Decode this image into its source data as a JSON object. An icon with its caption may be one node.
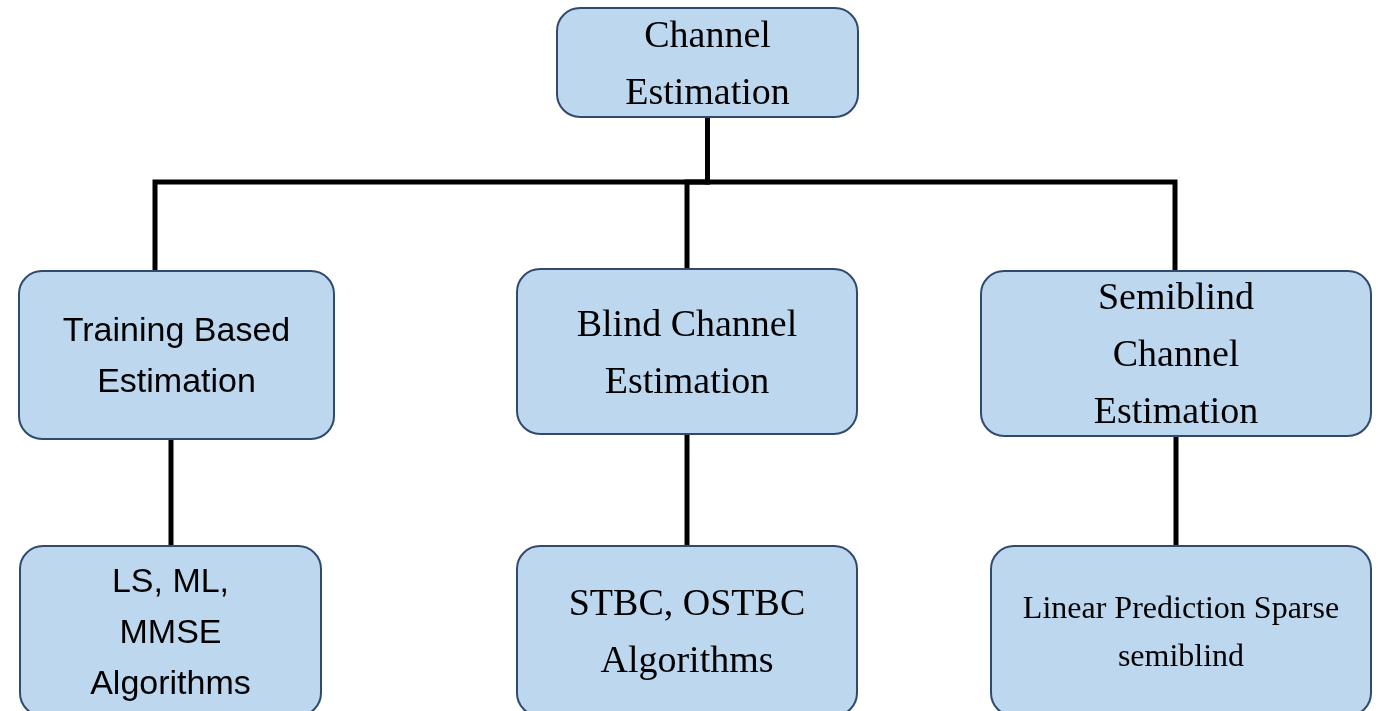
{
  "diagram": {
    "nodes": [
      {
        "text": [
          "Channel Estimation"
        ]
      },
      {
        "text": [
          "Training Based Estimation"
        ]
      },
      {
        "text": [
          "Blind Channel Estimation"
        ]
      },
      {
        "text": [
          "Semiblind Channel Estimation"
        ]
      },
      {
        "text": [
          "LS, ML, MMSE Algorithms"
        ]
      },
      {
        "text": [
          "STBC, OSTBC Algorithms"
        ]
      },
      {
        "text": [
          "Linear Prediction Sparse semiblind"
        ]
      }
    ],
    "edges": [
      {
        "from": 0,
        "to": 1,
        "arrow": "none"
      },
      {
        "from": 0,
        "to": 2,
        "arrow": "none"
      },
      {
        "from": 0,
        "to": 3,
        "arrow": "none"
      },
      {
        "from": 1,
        "to": 4,
        "arrow": "none"
      },
      {
        "from": 2,
        "to": 5,
        "arrow": "none"
      },
      {
        "from": 3,
        "to": 6,
        "arrow": "none"
      }
    ]
  }
}
